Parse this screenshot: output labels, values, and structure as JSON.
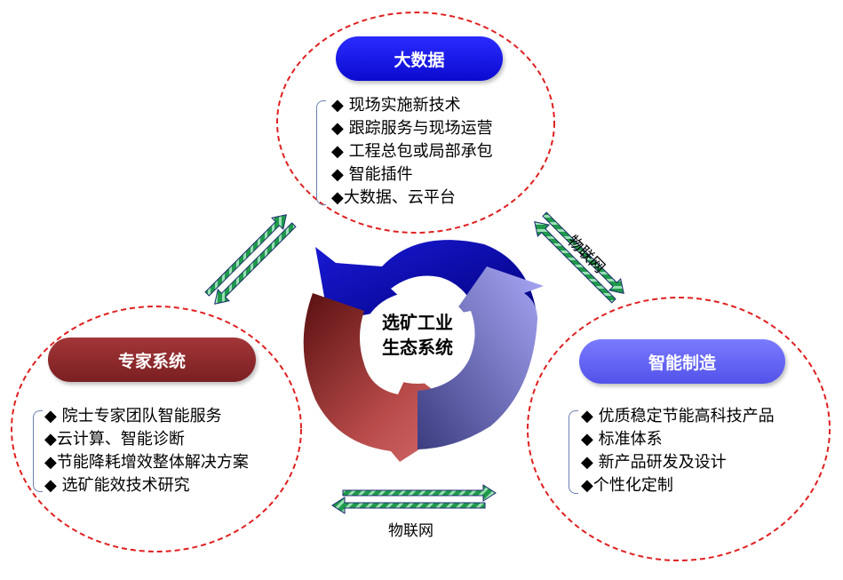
{
  "center": {
    "line1": "选矿工业",
    "line2": "生态系统"
  },
  "nodes": {
    "bigdata": {
      "title": "大数据",
      "color": "#1212ee",
      "items": [
        "◆ 现场实施新技术",
        "◆ 跟踪服务与现场运营",
        "◆ 工程总包或局部承包",
        "◆ 智能插件",
        "◆大数据、云平台"
      ]
    },
    "expert": {
      "title": "专家系统",
      "color": "#8f2a2c",
      "items": [
        "◆ 院士专家团队智能服务",
        "◆云计算、智能诊断",
        "◆节能降耗增效整体解决方案",
        "◆ 选矿能效技术研究"
      ]
    },
    "manufacturing": {
      "title": "智能制造",
      "color": "#6666f6",
      "items": [
        "◆ 优质稳定节能高科技产品",
        "◆ 标准体系",
        "◆ 新产品研发及设计",
        "◆个性化定制"
      ]
    }
  },
  "links": {
    "right_label": "物联网",
    "bottom_label": "物联网"
  }
}
